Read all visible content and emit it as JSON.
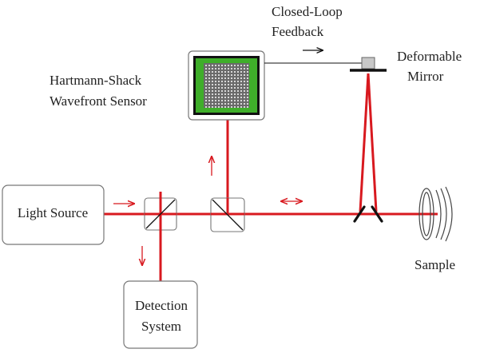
{
  "labels": {
    "light_source": "Light Source",
    "detection_line1": "Detection",
    "detection_line2": "System",
    "sensor_line1": "Hartmann-Shack",
    "sensor_line2": "Wavefront Sensor",
    "feedback_line1": "Closed-Loop",
    "feedback_line2": "Feedback",
    "mirror_line1": "Deformable",
    "mirror_line2": "Mirror",
    "sample": "Sample"
  },
  "colors": {
    "beam": "#d8191f",
    "box_border": "#777777",
    "sensor_frame": "#111111",
    "sensor_green": "#3fae2a",
    "sensor_grid": "#b5b5b5",
    "mirror_block": "#c8c8c8",
    "text": "#222222"
  }
}
